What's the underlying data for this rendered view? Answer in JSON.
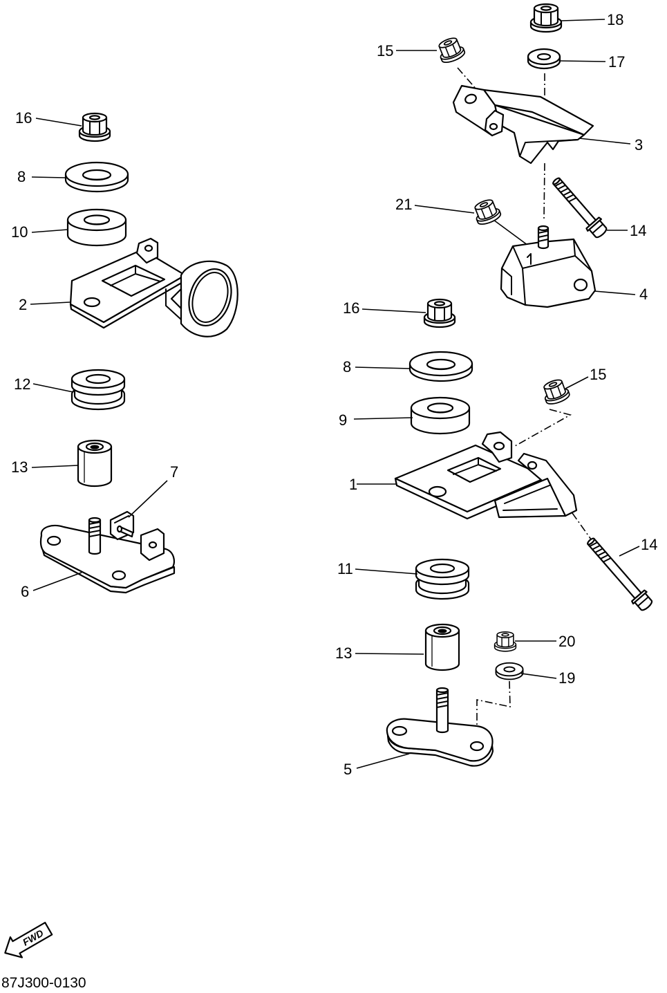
{
  "left_assembly": {
    "callouts": [
      "16",
      "8",
      "10",
      "2",
      "12",
      "13",
      "7",
      "6"
    ]
  },
  "right_assembly": {
    "callouts": [
      "18",
      "15",
      "17",
      "3",
      "21",
      "14",
      "4",
      "16",
      "8",
      "9",
      "15",
      "1",
      "14",
      "11",
      "13",
      "20",
      "19",
      "5"
    ]
  },
  "fwd_label": "FWD",
  "drawing_code": "87J300-0130"
}
